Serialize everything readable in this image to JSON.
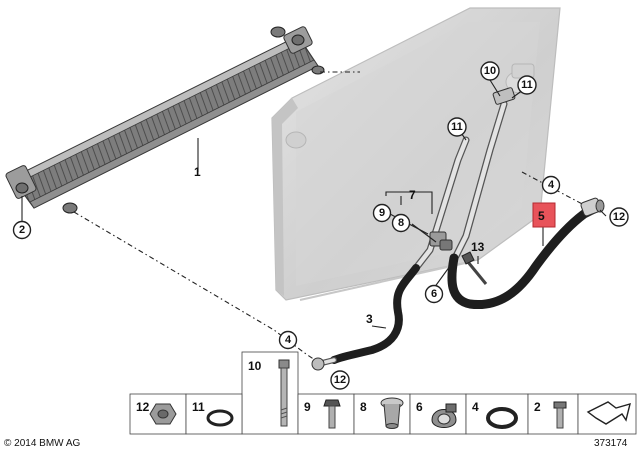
{
  "diagram": {
    "part_labels": {
      "p1": "1",
      "p3": "3",
      "p5": "5",
      "p7": "7",
      "p13": "13"
    },
    "callouts": {
      "c2": "2",
      "c4a": "4",
      "c4b": "4",
      "c6": "6",
      "c8": "8",
      "c9": "9",
      "c10": "10",
      "c11a": "11",
      "c11b": "11",
      "c12a": "12",
      "c12b": "12"
    },
    "highlight_color": "#e8535a"
  },
  "legend": {
    "item10": "10",
    "items": [
      "12",
      "11",
      "9",
      "8",
      "6",
      "4",
      "2"
    ]
  },
  "footer": {
    "copyright": "© 2014 BMW AG",
    "diagram_number": "373174"
  }
}
